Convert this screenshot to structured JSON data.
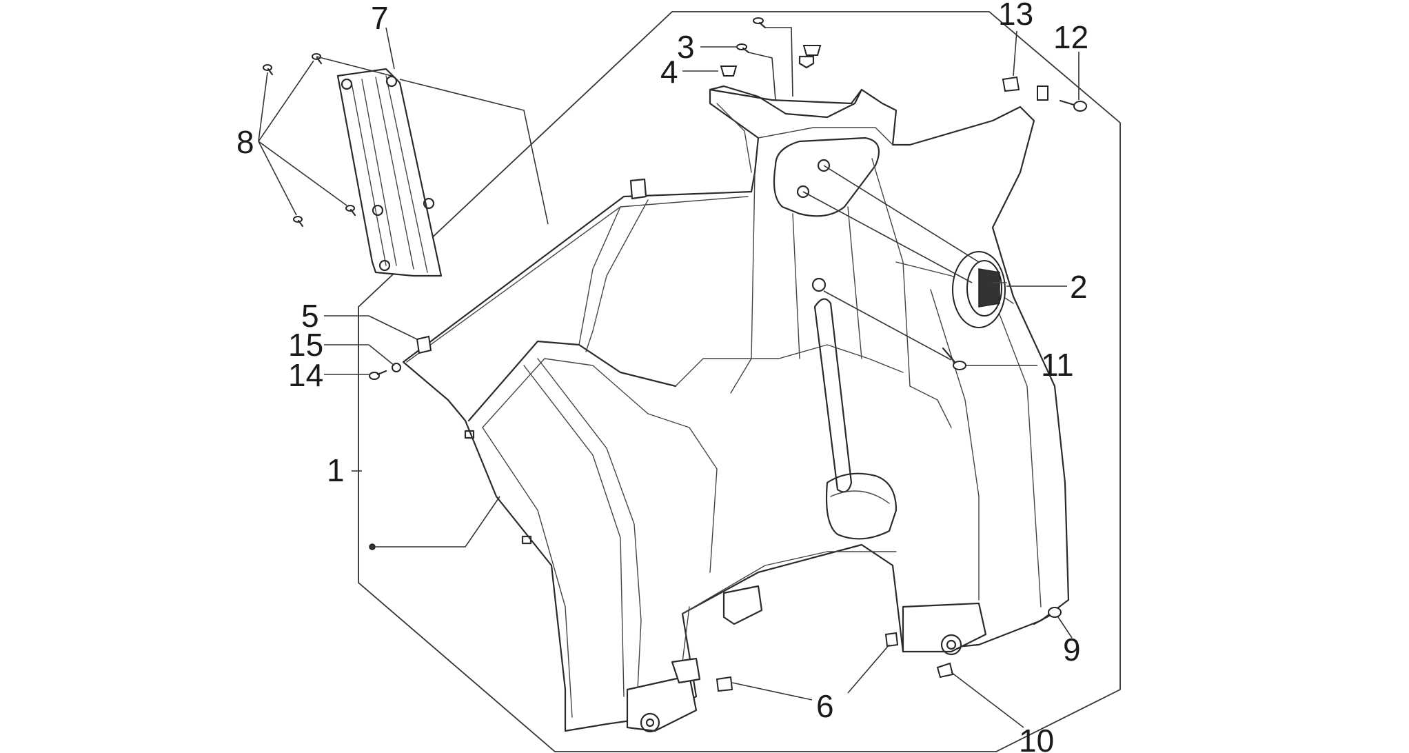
{
  "callouts": [
    "1",
    "2",
    "3",
    "4",
    "5",
    "6",
    "7",
    "8",
    "9",
    "10",
    "11",
    "12",
    "13",
    "14",
    "15"
  ],
  "colors": {
    "line": "#2a2a2a",
    "background": "#ffffff"
  }
}
